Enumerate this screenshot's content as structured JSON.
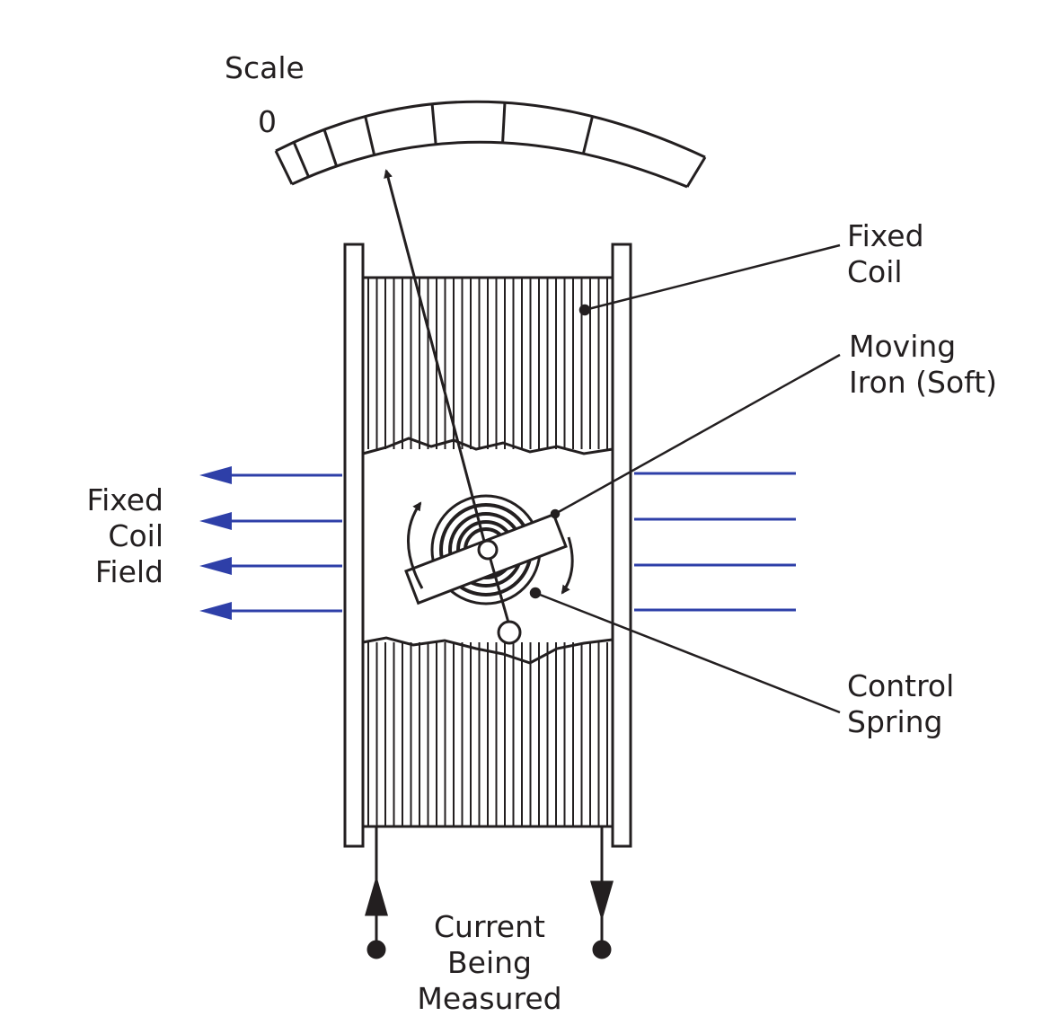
{
  "labels": {
    "scale": "Scale",
    "zero": "0",
    "fixed_coil": [
      "Fixed",
      "Coil"
    ],
    "moving_iron": [
      "Moving",
      "Iron (Soft)"
    ],
    "fixed_coil_field": [
      "Fixed",
      "Coil",
      "Field"
    ],
    "control_spring": [
      "Control",
      "Spring"
    ],
    "current": [
      "Current",
      "Being",
      "Measured"
    ]
  },
  "colors": {
    "ink": "#231f20",
    "field_arrows": "#2e3fa8",
    "background": "#ffffff"
  }
}
